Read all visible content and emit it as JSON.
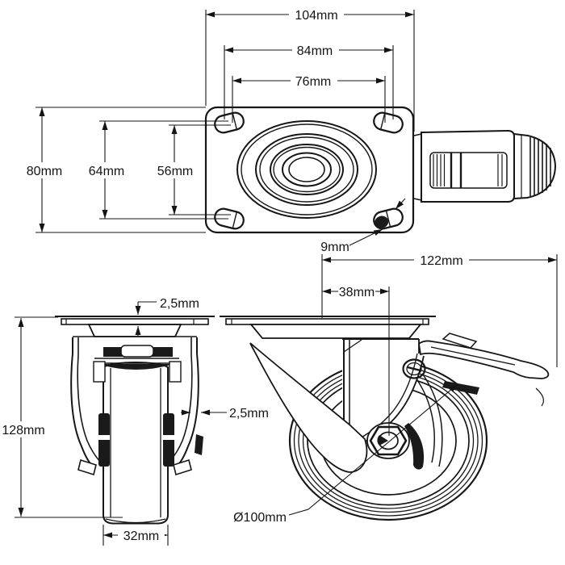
{
  "diagram": {
    "title": "Swivel castor with brake - dimensional drawing",
    "background": "#ffffff",
    "line_color": "#161616",
    "views": [
      "top view (mounting plate)",
      "front view",
      "side view"
    ]
  },
  "dimensions": {
    "plate_length": {
      "label": "104mm",
      "value": 104,
      "unit": "mm"
    },
    "hole_pitch_length_max": {
      "label": "84mm",
      "value": 84,
      "unit": "mm"
    },
    "hole_pitch_length_min": {
      "label": "76mm",
      "value": 76,
      "unit": "mm"
    },
    "plate_width": {
      "label": "80mm",
      "value": 80,
      "unit": "mm"
    },
    "hole_pitch_width_max": {
      "label": "64mm",
      "value": 64,
      "unit": "mm"
    },
    "hole_pitch_width_min": {
      "label": "56mm",
      "value": 56,
      "unit": "mm"
    },
    "bolt_hole": {
      "label": "9mm",
      "value": 9,
      "unit": "mm"
    },
    "total_length": {
      "label": "122mm",
      "value": 122,
      "unit": "mm"
    },
    "swivel_offset": {
      "label": "38mm",
      "value": 38,
      "unit": "mm"
    },
    "plate_thickness": {
      "label": "2,5mm",
      "value": 2.5,
      "unit": "mm"
    },
    "fork_thickness": {
      "label": "2,5mm",
      "value": 2.5,
      "unit": "mm"
    },
    "total_height": {
      "label": "128mm",
      "value": 128,
      "unit": "mm"
    },
    "wheel_width": {
      "label": "32mm",
      "value": 32,
      "unit": "mm"
    },
    "wheel_diameter": {
      "label": "Ø100mm",
      "value": 100,
      "unit": "mm"
    }
  }
}
